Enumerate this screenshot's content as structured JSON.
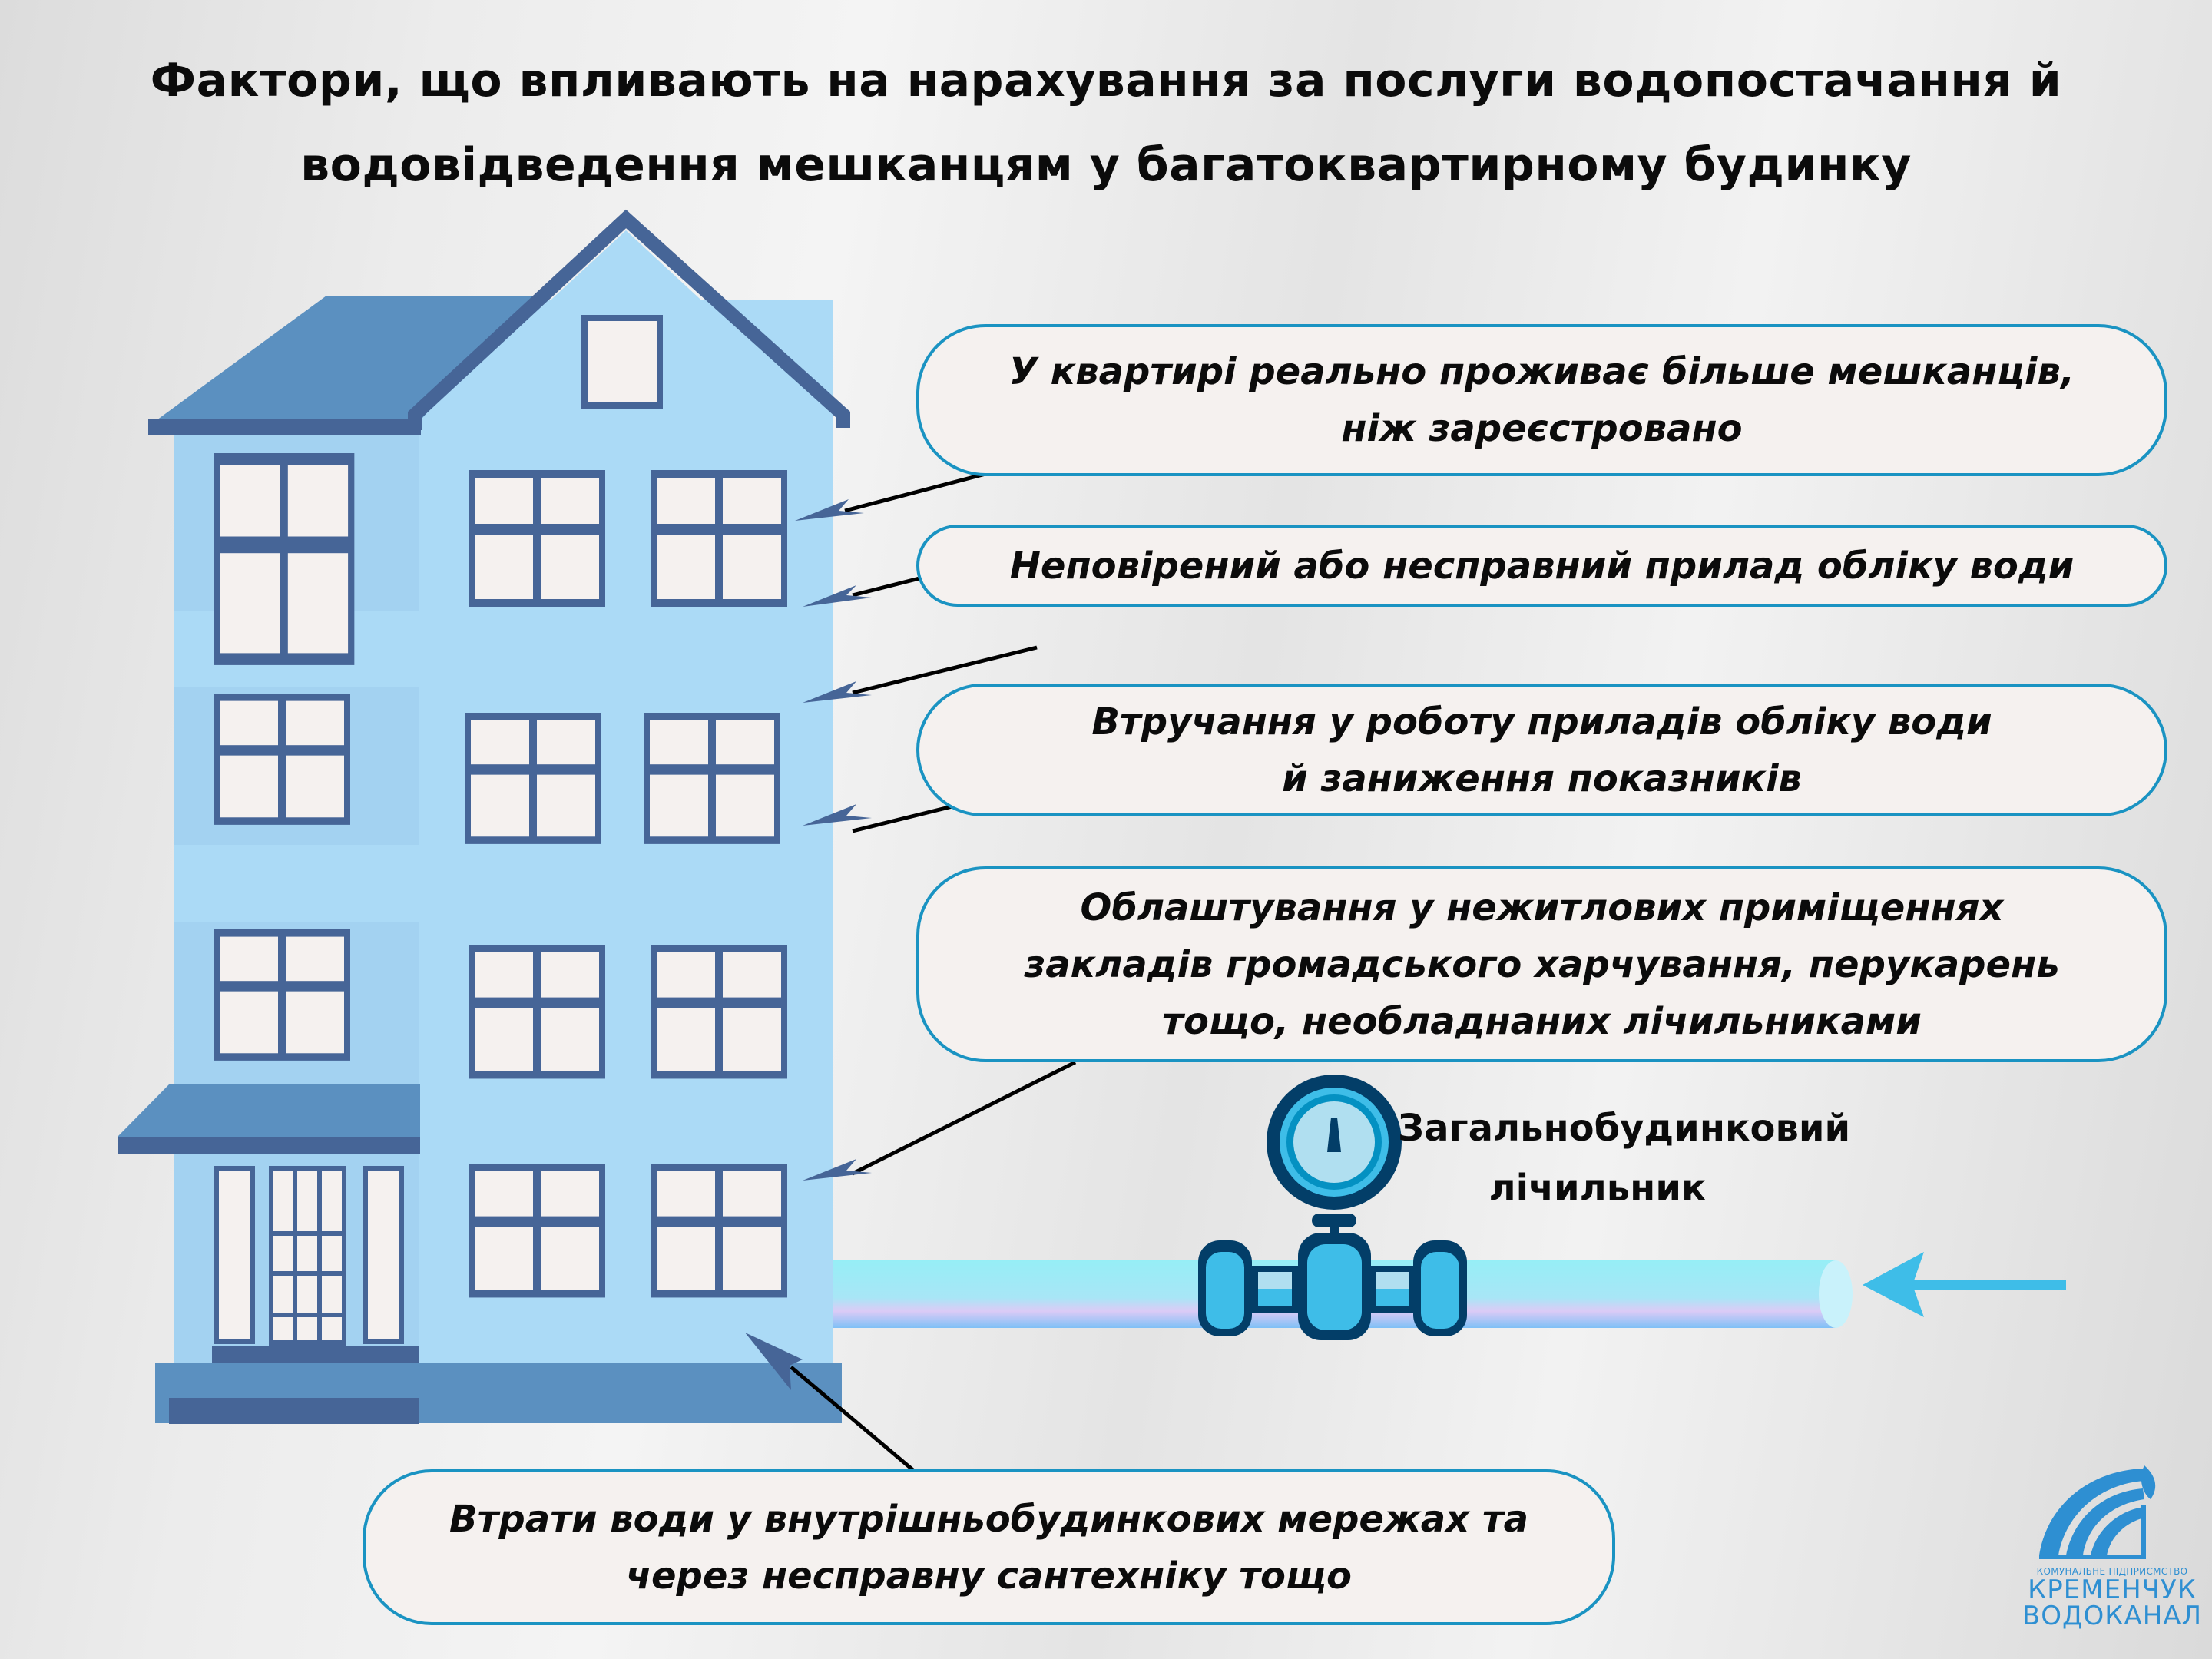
{
  "title": {
    "line1": "Фактори, що впливають на нарахування за послуги водопостачання й",
    "line2": "водовідведення мешканцям у багатоквартирному будинку"
  },
  "factors": [
    {
      "text": "У квартирі реально проживає більше мешканців, ніж зареєстровано"
    },
    {
      "text": "Неповірений або несправний прилад обліку води"
    },
    {
      "text": "Втручання у роботу приладів обліку води й заниження показників"
    },
    {
      "text": "Облаштування у нежитлових приміщеннях закладів громадського харчування, перукарень тощо, необладнаних лічильниками"
    },
    {
      "text": "Втрати води у внутрішньобудинкових мережах та через несправну сантехніку тощо"
    }
  ],
  "meter": {
    "label_line1": "Загальнобудинковий",
    "label_line2": "лічильник"
  },
  "logo": {
    "subtitle": "КОМУНАЛЬНЕ ПІДПРИЄМСТВО",
    "name_line1": "КРЕМЕНЧУК",
    "name_line2": "ВОДОКАНАЛ"
  },
  "colors": {
    "building_wall": "#abdaf6",
    "building_wall_shade": "#a3d2f1",
    "building_trim": "#466597",
    "roof": "#5b90c0",
    "window_glass": "#f5f1ef",
    "box_border": "#1a93c2",
    "box_fill": "#f5f1ef",
    "pipe": "#96eef6",
    "meter_dark": "#033e68",
    "flow_arrow": "#3ebde8",
    "logo": "#2e8fd2"
  }
}
